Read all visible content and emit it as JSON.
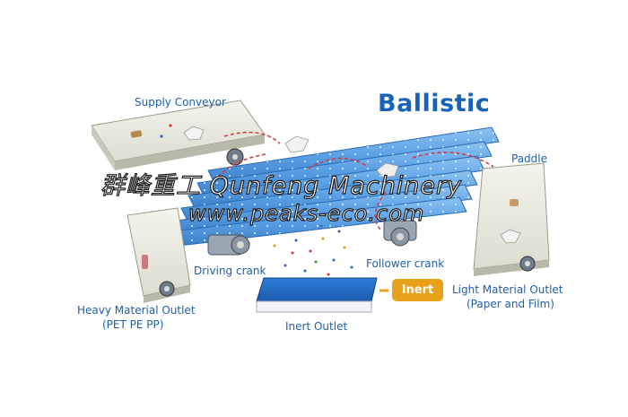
{
  "title": "Ballistic",
  "labels": {
    "supply_conveyor": "Supply Conveyor",
    "paddle": "Paddle",
    "driving_crank": "Driving crank",
    "follower_crank": "Follower crank",
    "heavy_outlet_line1": "Heavy Material Outlet",
    "heavy_outlet_line2": "(PET PE PP)",
    "light_outlet_line1": "Light Material Outlet",
    "light_outlet_line2": "(Paper and Film)",
    "inert_outlet": "Inert Outlet",
    "inert_badge": "Inert"
  },
  "watermark": {
    "line1": "群峰重工   Qunfeng Machinery",
    "line2": "www.peaks-eco.com"
  },
  "colors": {
    "title": "#1763b8",
    "label": "#1f5fa8",
    "deck": "#5aa0e6",
    "badge": "#e8a21a",
    "arrow": "#d23b3b"
  }
}
